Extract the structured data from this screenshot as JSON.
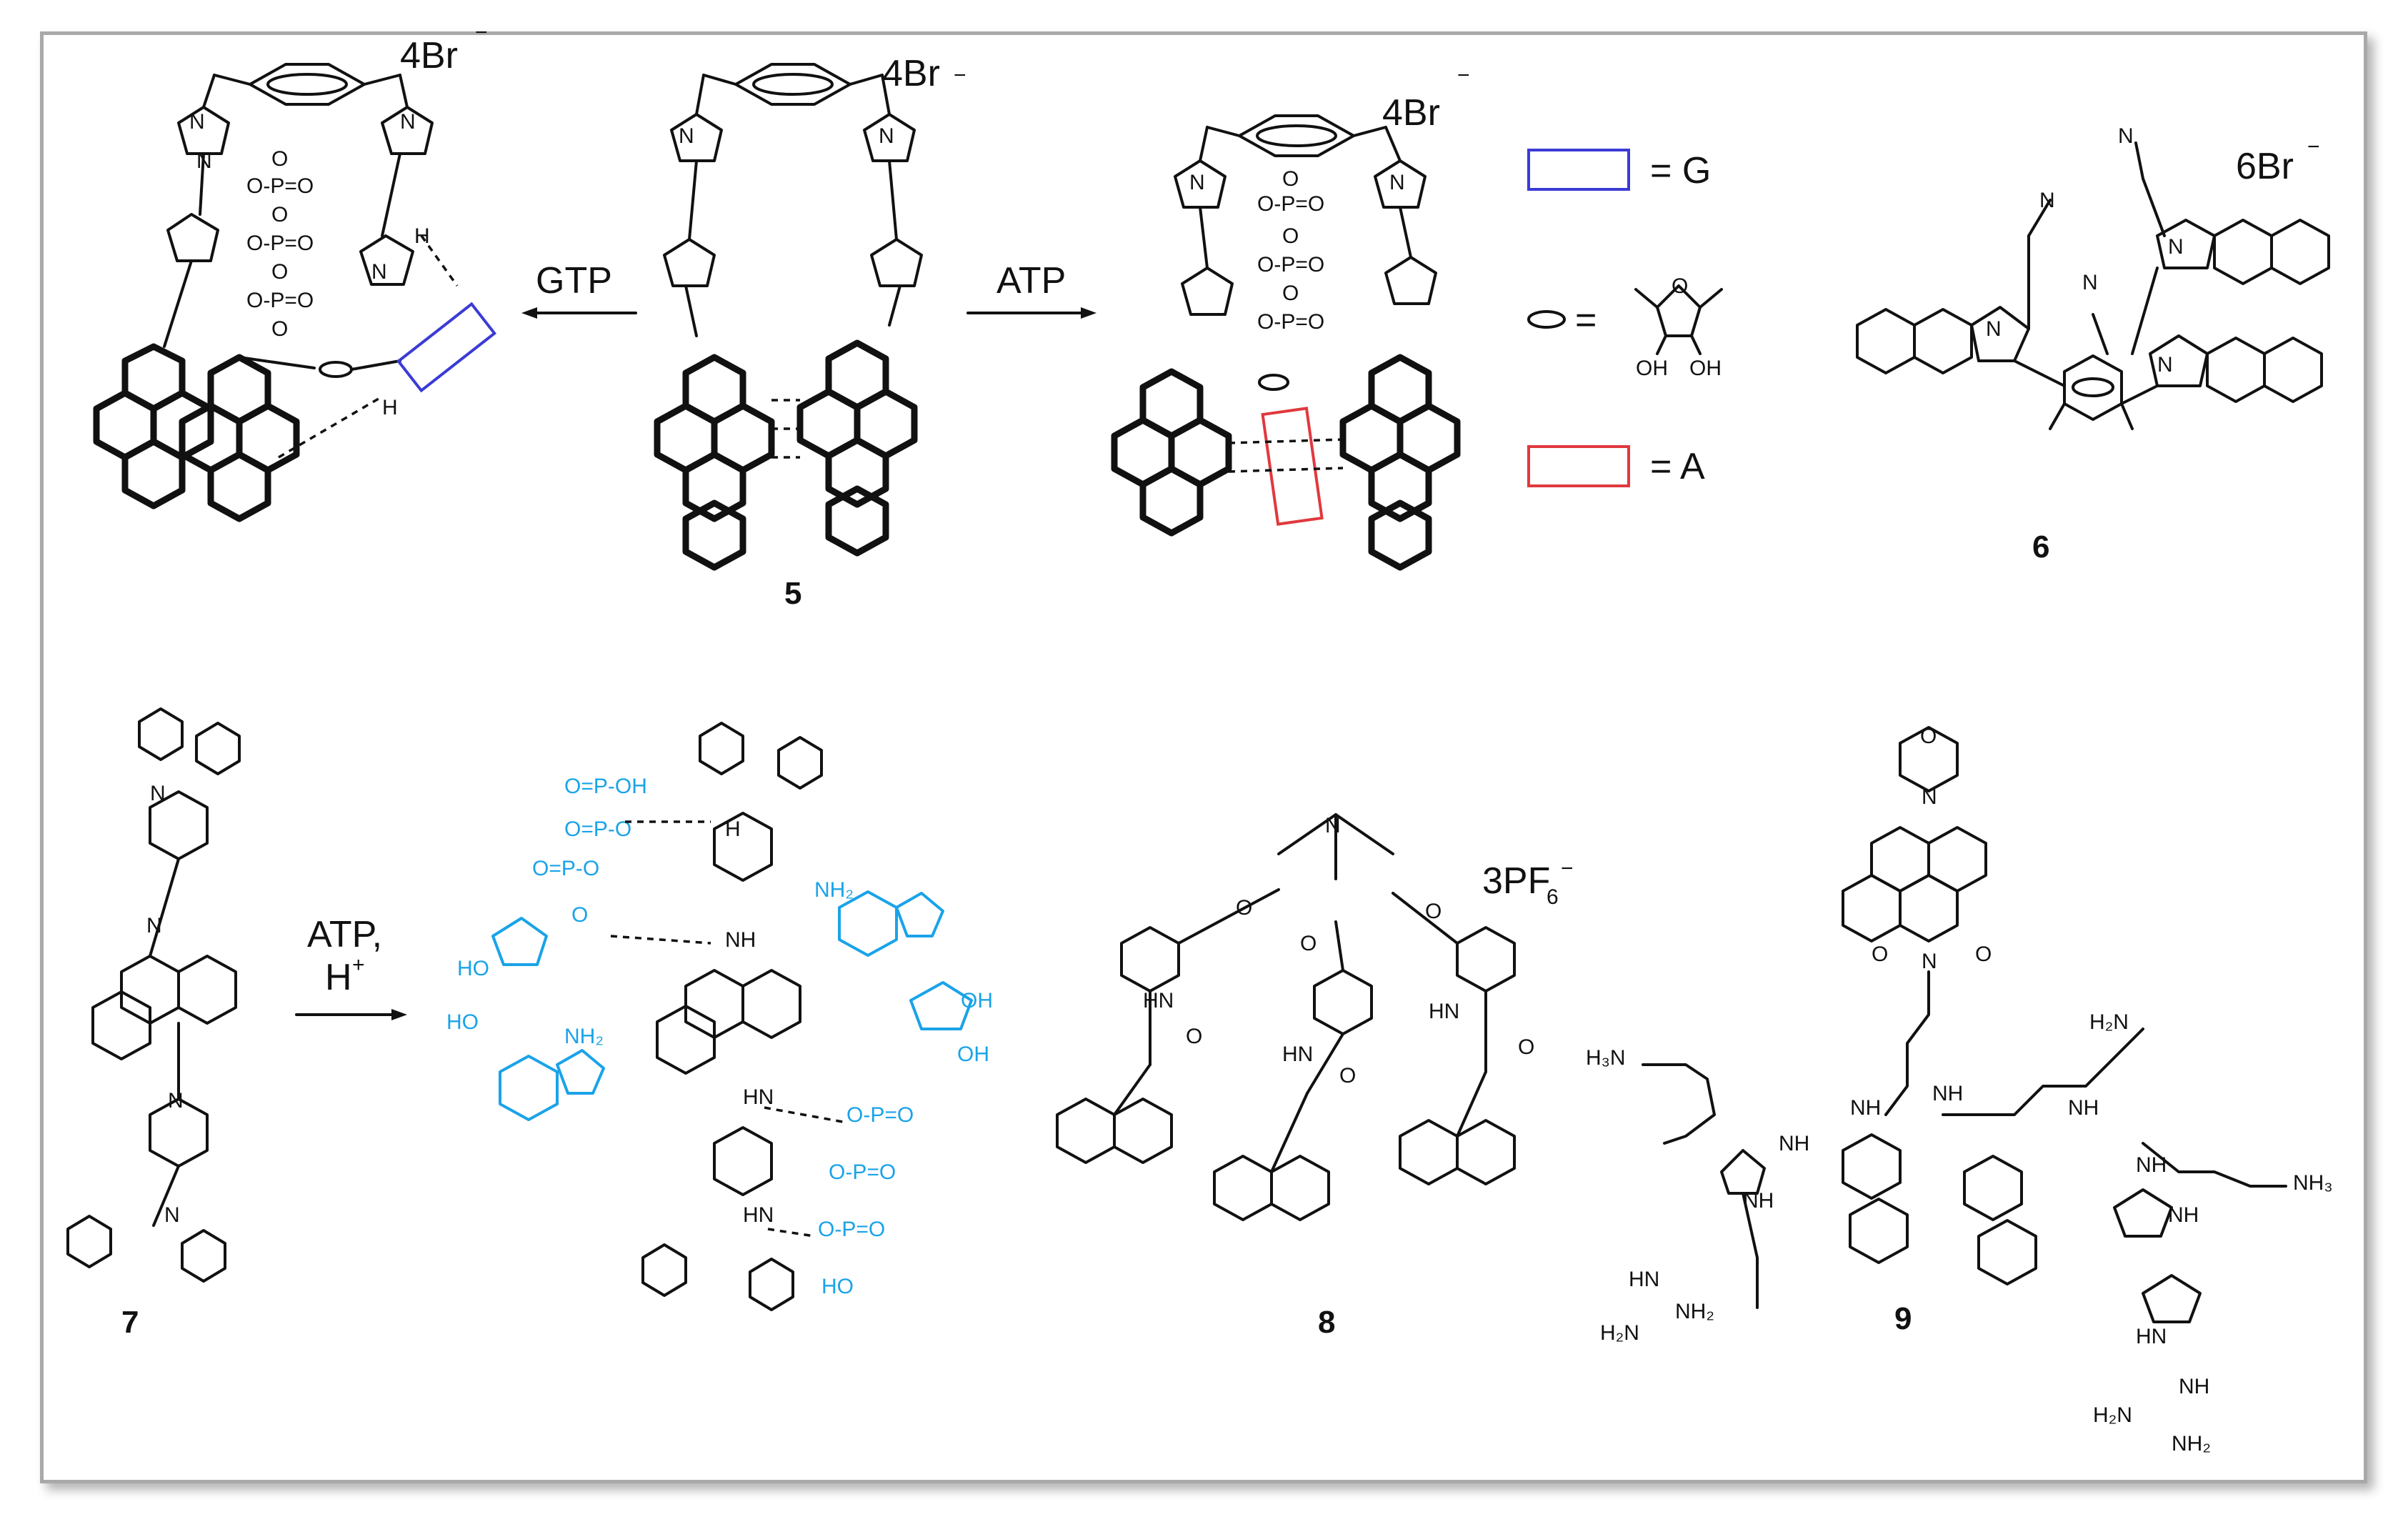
{
  "compounds": {
    "c5": {
      "number": "5",
      "counterion": "4Br",
      "charge": "−"
    },
    "c5_gtp": {
      "counterion": "4Br",
      "charge": "−"
    },
    "c5_atp": {
      "counterion": "4Br",
      "charge": "−"
    },
    "c6": {
      "number": "6",
      "counterion": "6Br",
      "charge": "−"
    },
    "c7": {
      "number": "7"
    },
    "c8": {
      "number": "8",
      "counterion": "3PF",
      "sub": "6",
      "charge": "−"
    },
    "c9": {
      "number": "9"
    }
  },
  "arrows": {
    "gtp": "GTP",
    "atp": "ATP",
    "atp_h_line1": "ATP,",
    "atp_h_line2": "H",
    "atp_h_sup": "+"
  },
  "legend": {
    "g_label": "= G",
    "sugar_label": "=",
    "a_label": "= A",
    "oh1": "OH",
    "oh2": "OH",
    "ring_o": "O"
  },
  "colors": {
    "guanine_box": "#3b3bd6",
    "adenine_box": "#e0393e",
    "atp_blue": "#1aa3e8",
    "frame": "#a9a9a9"
  }
}
